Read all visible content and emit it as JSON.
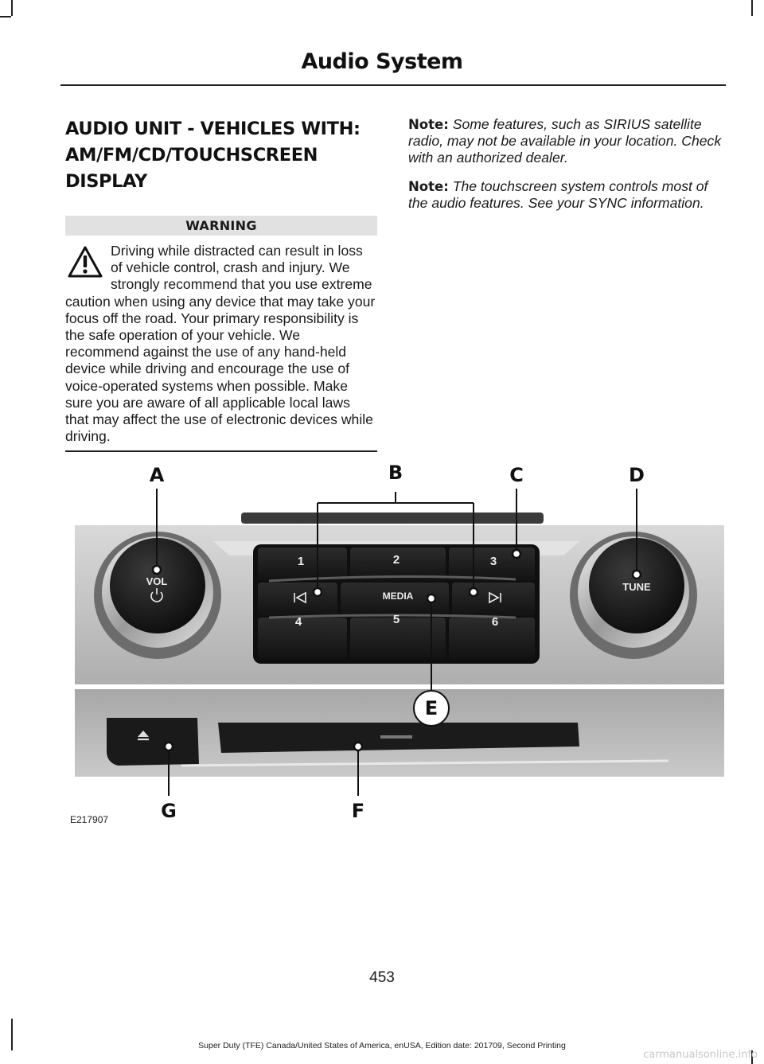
{
  "header": {
    "title": "Audio System"
  },
  "section": {
    "title_lines": [
      "AUDIO UNIT - VEHICLES WITH:",
      "AM/FM/CD/TOUCHSCREEN",
      "DISPLAY"
    ]
  },
  "warning": {
    "label": "WARNING",
    "icon": "warning-triangle-icon",
    "text": "Driving while distracted can result in loss of vehicle control, crash and injury. We strongly recommend that you use extreme caution when using any device that may take your focus off the road. Your primary responsibility is the safe operation of your vehicle. We recommend against the use of any hand-held device while driving and encourage the use of voice-operated systems when possible. Make sure you are aware of all applicable local laws that may affect the use of electronic devices while driving."
  },
  "notes": [
    {
      "label": "Note:",
      "text": "Some features, such as SIRIUS satellite radio, may not be available in your location. Check with an authorized dealer."
    },
    {
      "label": "Note:",
      "text": "The touchscreen system controls most of the audio features. See your SYNC information."
    }
  ],
  "figure": {
    "code": "E217907",
    "callouts": [
      "A",
      "B",
      "C",
      "D",
      "E",
      "F",
      "G"
    ],
    "vol_label": "VOL",
    "tune_label": "TUNE",
    "media_label": "MEDIA",
    "presets": [
      "1",
      "2",
      "3",
      "4",
      "5",
      "6"
    ],
    "icons": [
      "power-icon",
      "seek-back-icon",
      "seek-forward-icon",
      "eject-icon"
    ]
  },
  "page_number": "453",
  "footer": "Super Duty (TFE) Canada/United States of America, enUSA, Edition date: 201709, Second Printing",
  "watermark": "carmanualsonline.info"
}
